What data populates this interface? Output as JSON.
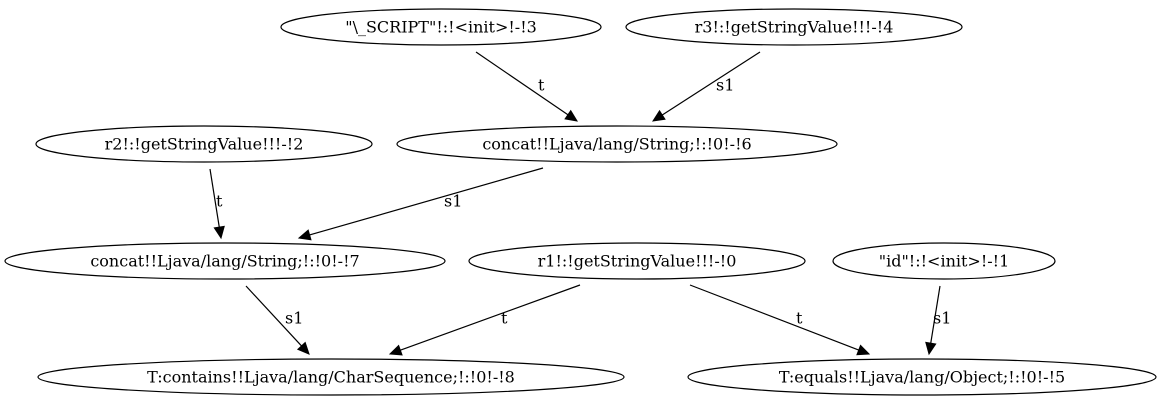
{
  "graph": {
    "nodes": [
      {
        "id": "n_script",
        "label": "\"\\_SCRIPT\"!:!<init>!-!3"
      },
      {
        "id": "n_r3",
        "label": "r3!:!getStringValue!!!-!4"
      },
      {
        "id": "n_r2",
        "label": "r2!:!getStringValue!!!-!2"
      },
      {
        "id": "n_concat6",
        "label": "concat!!Ljava/lang/String;!:!0!-!6"
      },
      {
        "id": "n_concat7",
        "label": "concat!!Ljava/lang/String;!:!0!-!7"
      },
      {
        "id": "n_r1",
        "label": "r1!:!getStringValue!!!-!0"
      },
      {
        "id": "n_id",
        "label": "\"id\"!:!<init>!-!1"
      },
      {
        "id": "n_contains",
        "label": "T:contains!!Ljava/lang/CharSequence;!:!0!-!8"
      },
      {
        "id": "n_equals",
        "label": "T:equals!!Ljava/lang/Object;!:!0!-!5"
      }
    ],
    "edges": [
      {
        "from": "n_script",
        "to": "n_concat6",
        "label": "t"
      },
      {
        "from": "n_r3",
        "to": "n_concat6",
        "label": "s1"
      },
      {
        "from": "n_r2",
        "to": "n_concat7",
        "label": "t"
      },
      {
        "from": "n_concat6",
        "to": "n_concat7",
        "label": "s1"
      },
      {
        "from": "n_concat7",
        "to": "n_contains",
        "label": "s1"
      },
      {
        "from": "n_r1",
        "to": "n_contains",
        "label": "t"
      },
      {
        "from": "n_r1",
        "to": "n_equals",
        "label": "t"
      },
      {
        "from": "n_id",
        "to": "n_equals",
        "label": "s1"
      }
    ]
  }
}
